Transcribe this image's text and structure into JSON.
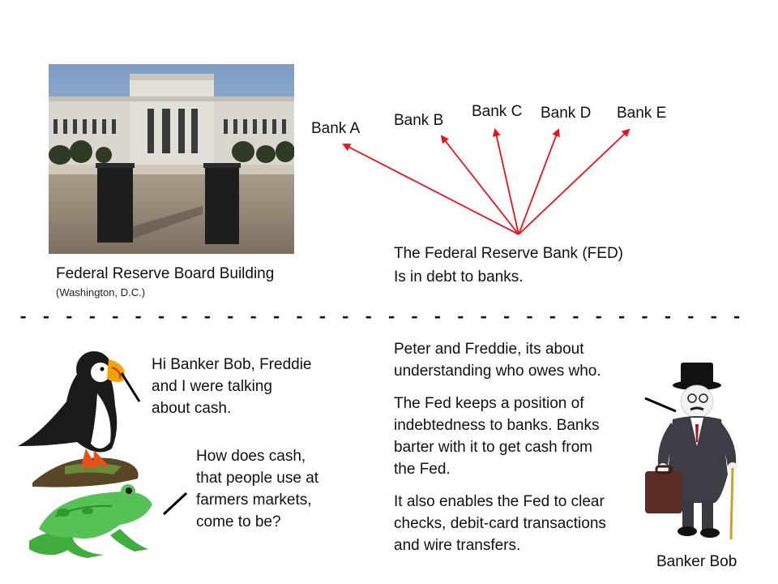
{
  "photo": {
    "caption_title": "Federal Reserve Board Building",
    "caption_sub": "(Washington, D.C.)"
  },
  "banks": [
    "Bank A",
    "Bank B",
    "Bank C",
    "Bank D",
    "Bank E"
  ],
  "fed_text": {
    "line1": "The Federal Reserve Bank (FED)",
    "line2": "Is in debt to banks."
  },
  "divider": "- - - - - - - - - - - - - - - - - - - - - - - - - - - - - - - - - - - - - - - - - - - - - - - - - - - - - - - - - - - - - - - - - - - - - - - - - - - - - - - - - - - - - - - - - - - -",
  "puffin_speech": [
    "Hi Banker Bob, Freddie",
    "and I were talking",
    "about cash."
  ],
  "frog_speech": [
    "How does cash,",
    "that people use at",
    "farmers markets,",
    "come to be?"
  ],
  "bob_speech": {
    "p1": [
      "Peter and Freddie, its about",
      "understanding who owes who."
    ],
    "p2": [
      "The Fed keeps a position of",
      "indebtedness to banks. Banks",
      "barter with it to get cash from",
      "the Fed."
    ],
    "p3": [
      "It also enables the Fed to clear",
      "checks, debit-card transactions",
      "and wire transfers."
    ]
  },
  "bob_label": "Banker Bob",
  "colors": {
    "arrow": "#e8141c"
  }
}
